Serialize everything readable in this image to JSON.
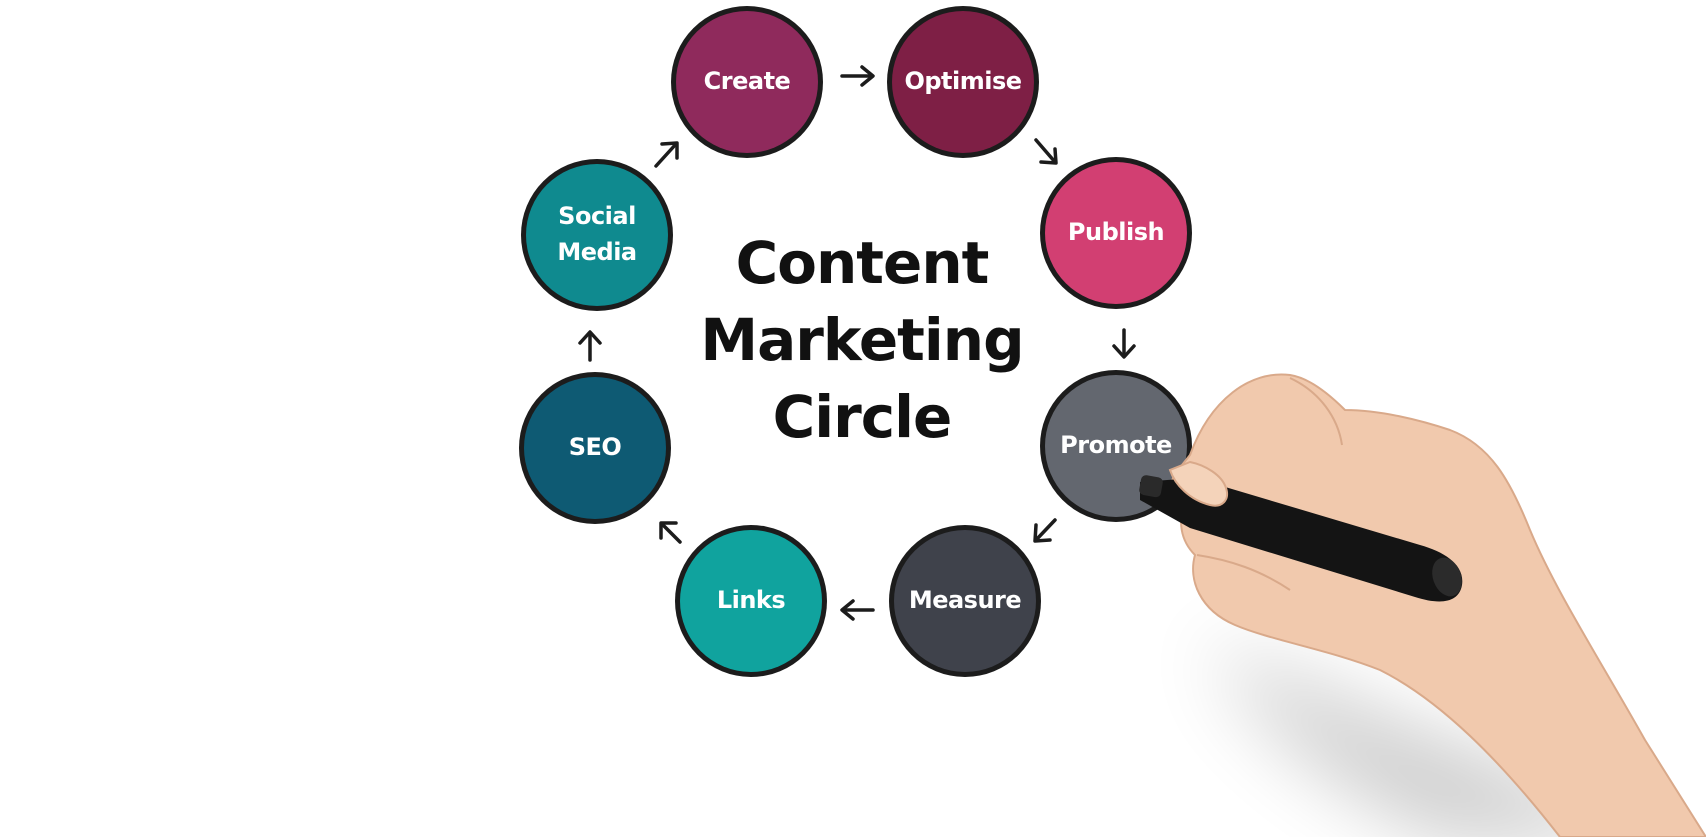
{
  "diagram": {
    "title_lines": [
      "Content",
      "Marketing",
      "Circle"
    ],
    "nodes": [
      {
        "id": "create",
        "lines": [
          "Create"
        ],
        "color": "#8f2a5c"
      },
      {
        "id": "optimise",
        "lines": [
          "Optimise"
        ],
        "color": "#7e1f45"
      },
      {
        "id": "publish",
        "lines": [
          "Publish"
        ],
        "color": "#d23f72"
      },
      {
        "id": "promote",
        "lines": [
          "Promote"
        ],
        "color": "#63676f"
      },
      {
        "id": "measure",
        "lines": [
          "Measure"
        ],
        "color": "#3f424b"
      },
      {
        "id": "links",
        "lines": [
          "Links"
        ],
        "color": "#10a39e"
      },
      {
        "id": "seo",
        "lines": [
          "SEO"
        ],
        "color": "#0e5a73"
      },
      {
        "id": "social",
        "lines": [
          "Social",
          "Media"
        ],
        "color": "#0f8a8f"
      }
    ],
    "flow": [
      "create",
      "optimise",
      "publish",
      "promote",
      "measure",
      "links",
      "seo",
      "social",
      "create"
    ],
    "colors": {
      "ink": "#1c1c1c",
      "background": "#ffffff"
    }
  }
}
